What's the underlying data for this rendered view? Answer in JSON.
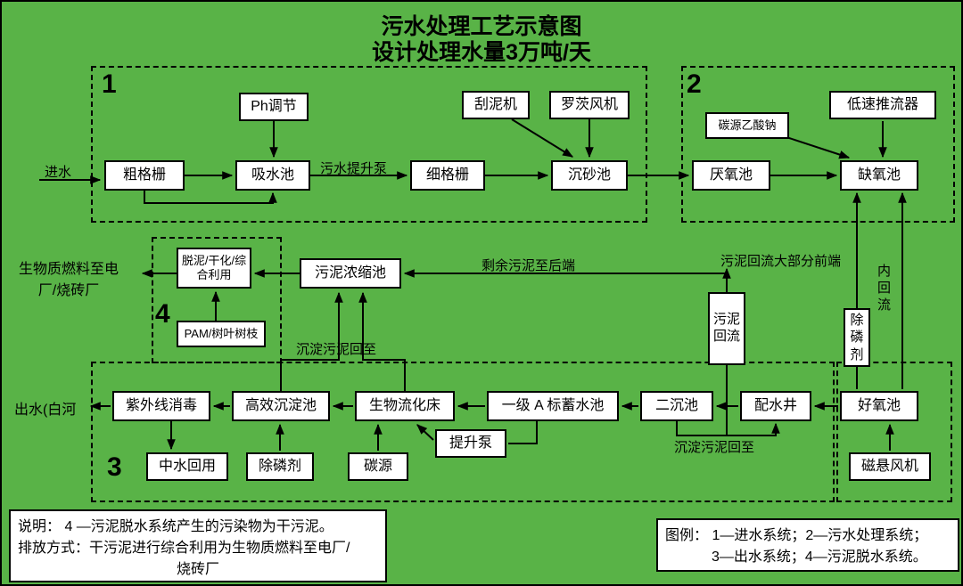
{
  "title": {
    "line1": "污水处理工艺示意图",
    "line2": "设计处理水量3万吨/天"
  },
  "zones": {
    "z1": "1",
    "z2": "2",
    "z3": "3",
    "z4": "4"
  },
  "nodes": {
    "inflow": "进水",
    "coarse_screen": "粗格栅",
    "ph_adjust": "Ph调节",
    "suction_tank": "吸水池",
    "fine_screen": "细格栅",
    "scraper": "刮泥机",
    "roots_blower": "罗茨风机",
    "grit_chamber": "沉砂池",
    "anaerobic_tank": "厌氧池",
    "carbon_source_acetate": "碳源乙酸钠",
    "low_speed_propeller": "低速推流器",
    "anoxic_tank": "缺氧池",
    "biomass_fuel": "生物质燃料至电厂/烧砖厂",
    "dewatering": "脱泥/干化/综合利用",
    "sludge_thickener": "污泥浓缩池",
    "pam_leaves": "PAM/树叶树枝",
    "sludge_return_box": "污泥回流",
    "phosphorus_agent_right": "除磷剂",
    "internal_recycle": "内回流",
    "outflow": "出水(白河",
    "uv_disinfection": "紫外线消毒",
    "high_eff_sedimentation": "高效沉淀池",
    "bio_fluidized_bed": "生物流化床",
    "grade_a_storage": "一级 A 标蓄水池",
    "secondary_sedimentation": "二沉池",
    "distribution_well": "配水井",
    "aerobic_tank": "好氧池",
    "reclaimed_water": "中水回用",
    "phosphorus_agent_bottom": "除磷剂",
    "carbon_source": "碳源",
    "lift_pump": "提升泵",
    "maglev_blower": "磁悬风机"
  },
  "labels": {
    "sewage_lift_pump": "污水提升泵",
    "excess_sludge_to_back": "剩余污泥至后端",
    "sludge_return_front": "污泥回流大部分前端",
    "sed_sludge_return_top": "沉淀污泥回至",
    "sed_sludge_return_bottom": "沉淀污泥回至"
  },
  "notes": {
    "description_line1": "说明：  4 —污泥脱水系统产生的污染物为干污泥。",
    "description_line2": "排放方式：干污泥进行综合利用为生物质燃料至电厂/",
    "description_line3": "烧砖厂",
    "legend_line1": "图例：  1—进水系统；2—污水处理系统；",
    "legend_line2": "3—出水系统；4—污泥脱水系统。"
  },
  "colors": {
    "background": "#59b347",
    "box_background": "#ffffff",
    "line": "#000000"
  }
}
